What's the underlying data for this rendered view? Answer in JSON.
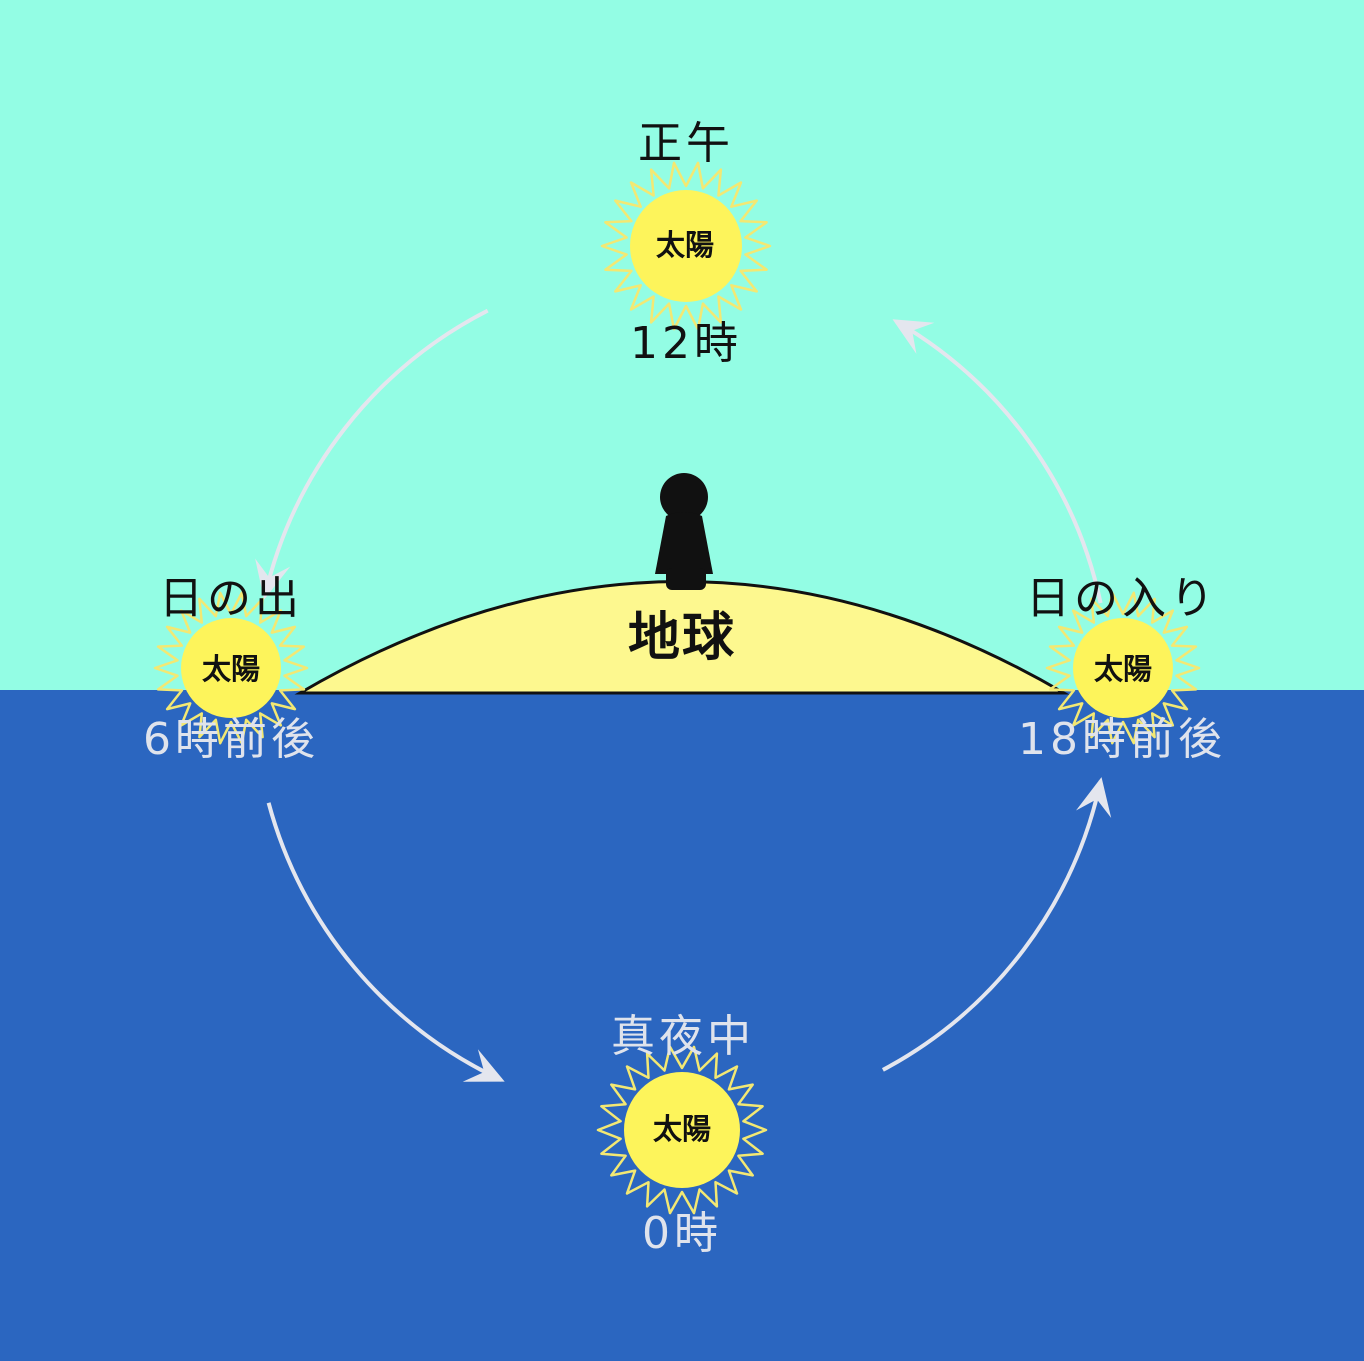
{
  "colors": {
    "sky": "#93fde4",
    "night": "#2b66c0",
    "earth": "#fdf88f",
    "sun": "#fdf45b",
    "sun_rays": "#f3e873",
    "arrow": "#e4e6ee",
    "person": "#111111",
    "dark_text": "#111111",
    "light_text": "#dfe3ec"
  },
  "earth": {
    "label": "地球"
  },
  "suns": {
    "noon": {
      "label": "太陽",
      "name": "正午",
      "time": "12時"
    },
    "sunrise": {
      "label": "太陽",
      "name": "日の出",
      "time": "6時前後"
    },
    "sunset": {
      "label": "太陽",
      "name": "日の入り",
      "time": "18時前後"
    },
    "midnight": {
      "label": "太陽",
      "name": "真夜中",
      "time": "0時"
    }
  },
  "icons": [
    "person-icon",
    "sun-icon",
    "arrow-icon"
  ]
}
